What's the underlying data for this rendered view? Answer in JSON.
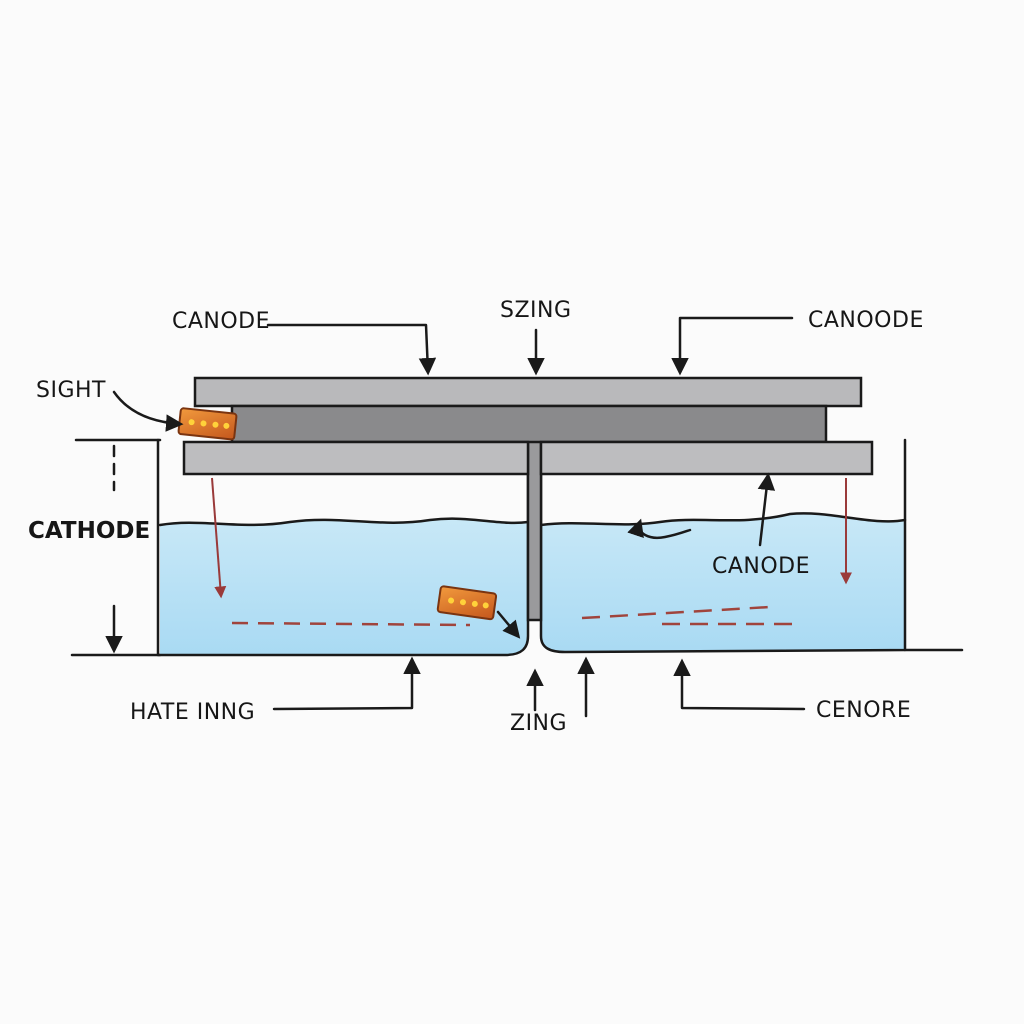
{
  "labels": {
    "canode_top_left": "CANODE",
    "szing_top": "SZING",
    "canoode_top_right": "CANOODE",
    "sight": "SIGHT",
    "cathode": "CATHODE",
    "canode_inner_right": "CANODE",
    "hate_inng": "HATE INNG",
    "zing_bottom": "ZING",
    "cenore": "CENORE"
  },
  "colors": {
    "water": "#a9daf3",
    "water_top": "#c8e8f7",
    "plate_top": "#b9b9bb",
    "plate_middle": "#8a8a8c",
    "plate_lower": "#bdbdbf",
    "post": "#9a9a9c",
    "current_arrow": "#9a3a3a",
    "ion_dash": "#a0443c",
    "chip_body": "#e07a2a",
    "chip_light": "#ffd23a"
  },
  "icons": {
    "chip": "led-chip-icon"
  }
}
